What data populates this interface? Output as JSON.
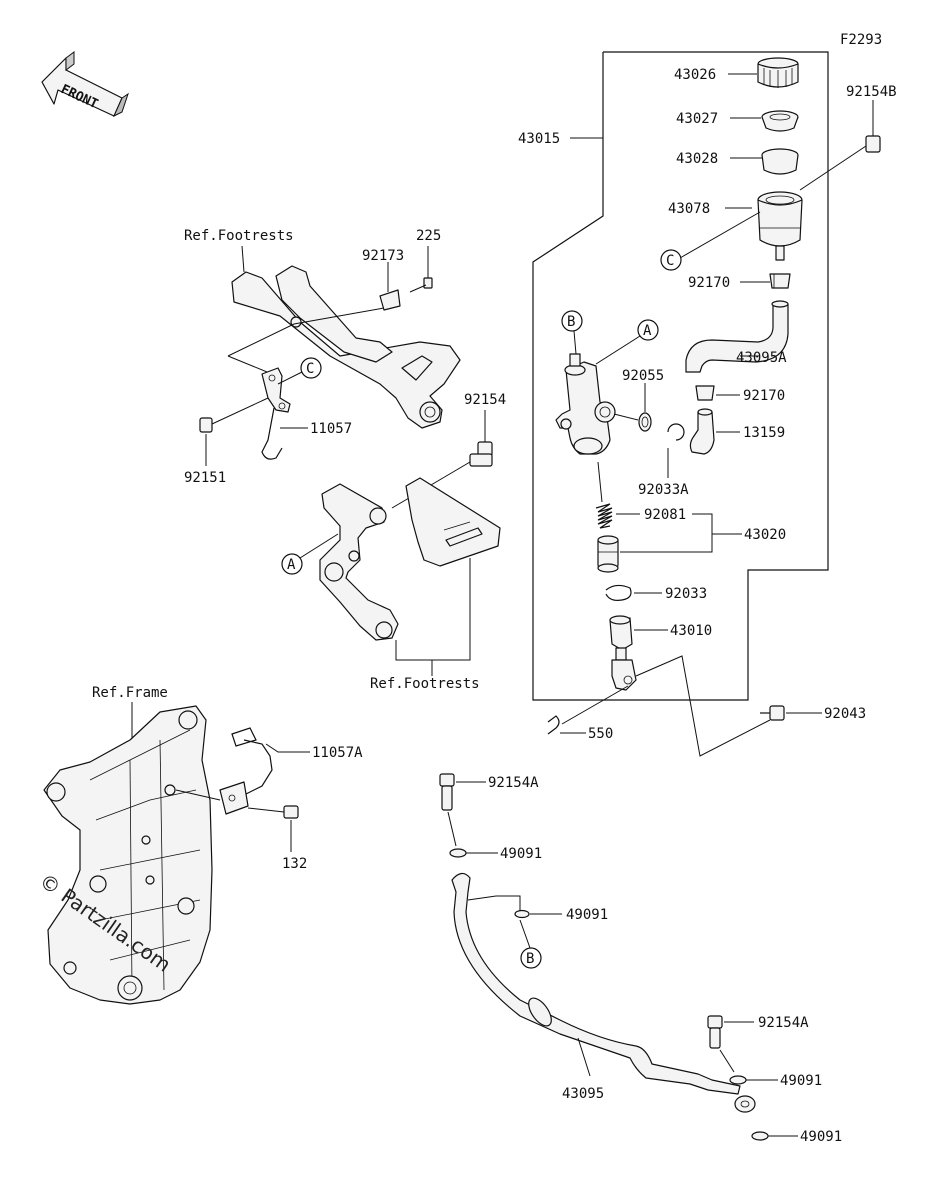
{
  "diagram_id": "F2293",
  "front_label": "FRONT",
  "copyright": "© Partzilla.com",
  "ref_labels": {
    "footrests_top": "Ref.Footrests",
    "footrests_bottom": "Ref.Footrests",
    "frame": "Ref.Frame"
  },
  "callouts": {
    "A": "A",
    "B": "B",
    "C": "C"
  },
  "parts": {
    "p43026": "43026",
    "p43027": "43027",
    "p43028": "43028",
    "p43078": "43078",
    "p43015": "43015",
    "p92154B": "92154B",
    "p92170a": "92170",
    "p92170b": "92170",
    "p43095A": "43095A",
    "p92055": "92055",
    "p13159": "13159",
    "p92033A": "92033A",
    "p92081": "92081",
    "p43020": "43020",
    "p92033": "92033",
    "p43010": "43010",
    "p550": "550",
    "p92043": "92043",
    "p225": "225",
    "p92173": "92173",
    "p11057": "11057",
    "p92151": "92151",
    "p92154": "92154",
    "p11057A": "11057A",
    "p132": "132",
    "p92154A_a": "92154A",
    "p49091_a": "49091",
    "p49091_b": "49091",
    "p43095": "43095",
    "p92154A_b": "92154A",
    "p49091_c": "49091",
    "p49091_d": "49091"
  },
  "colors": {
    "line": "#111111",
    "background": "#ffffff",
    "part_fill": "#f4f4f4"
  }
}
